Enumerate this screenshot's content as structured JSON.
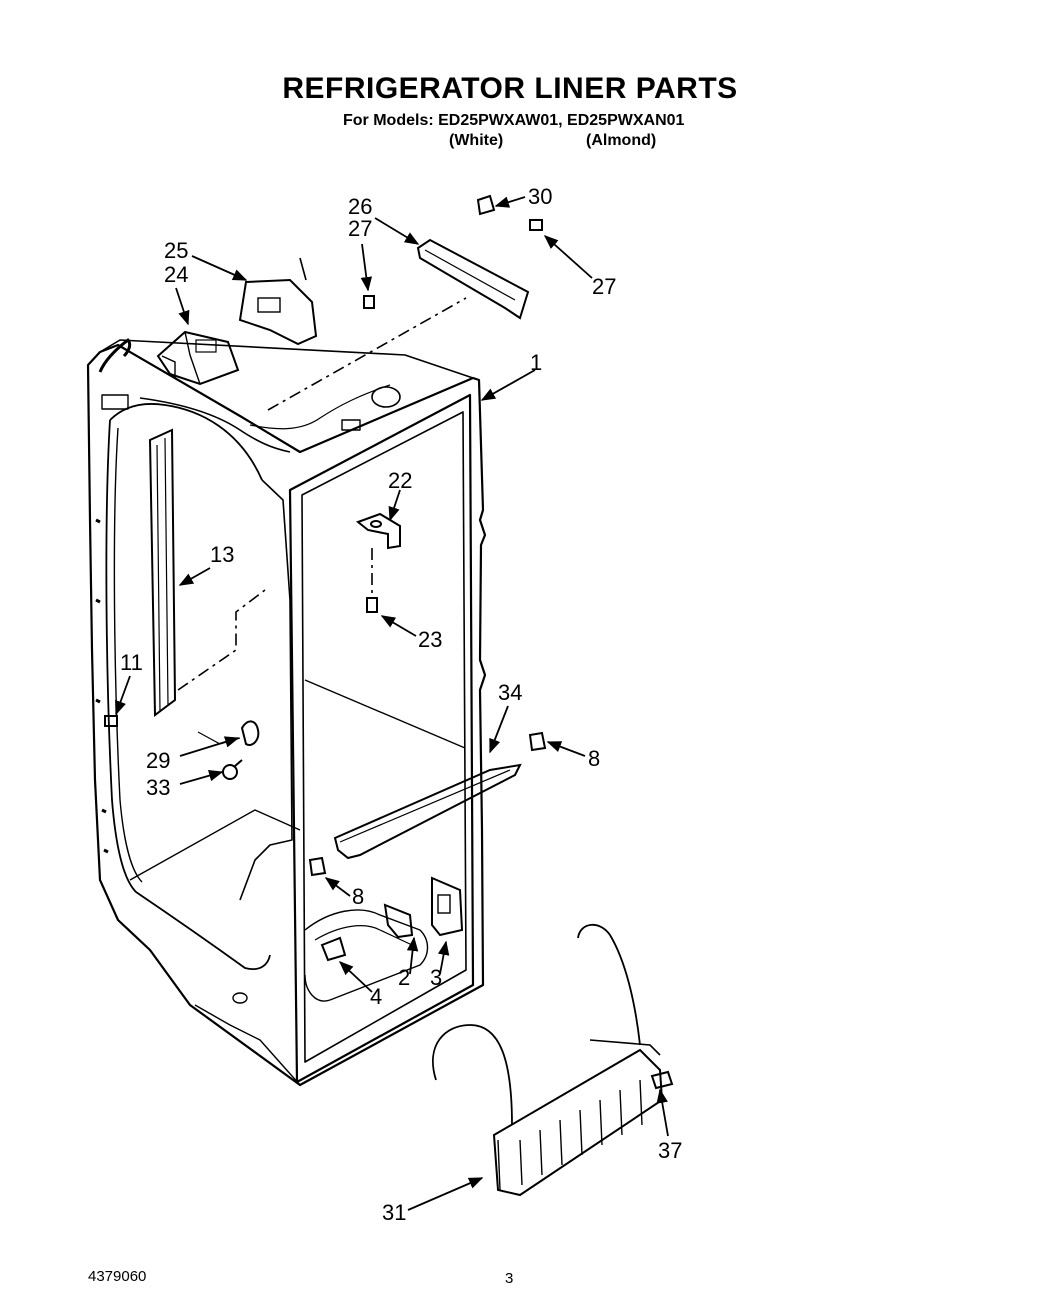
{
  "header": {
    "title": "REFRIGERATOR LINER PARTS",
    "models_line": "For Models: ED25PWXAW01, ED25PWXAN01",
    "variant_white": "(White)",
    "variant_almond": "(Almond)"
  },
  "callouts": {
    "c1": "1",
    "c2": "2",
    "c3": "3",
    "c4": "4",
    "c8a": "8",
    "c8b": "8",
    "c11": "11",
    "c13": "13",
    "c22": "22",
    "c23": "23",
    "c24": "24",
    "c25": "25",
    "c26": "26",
    "c27a": "27",
    "c27b": "27",
    "c29": "29",
    "c30": "30",
    "c31": "31",
    "c33": "33",
    "c34": "34",
    "c37": "37"
  },
  "footer": {
    "doc_number": "4379060",
    "page_number": "3"
  }
}
